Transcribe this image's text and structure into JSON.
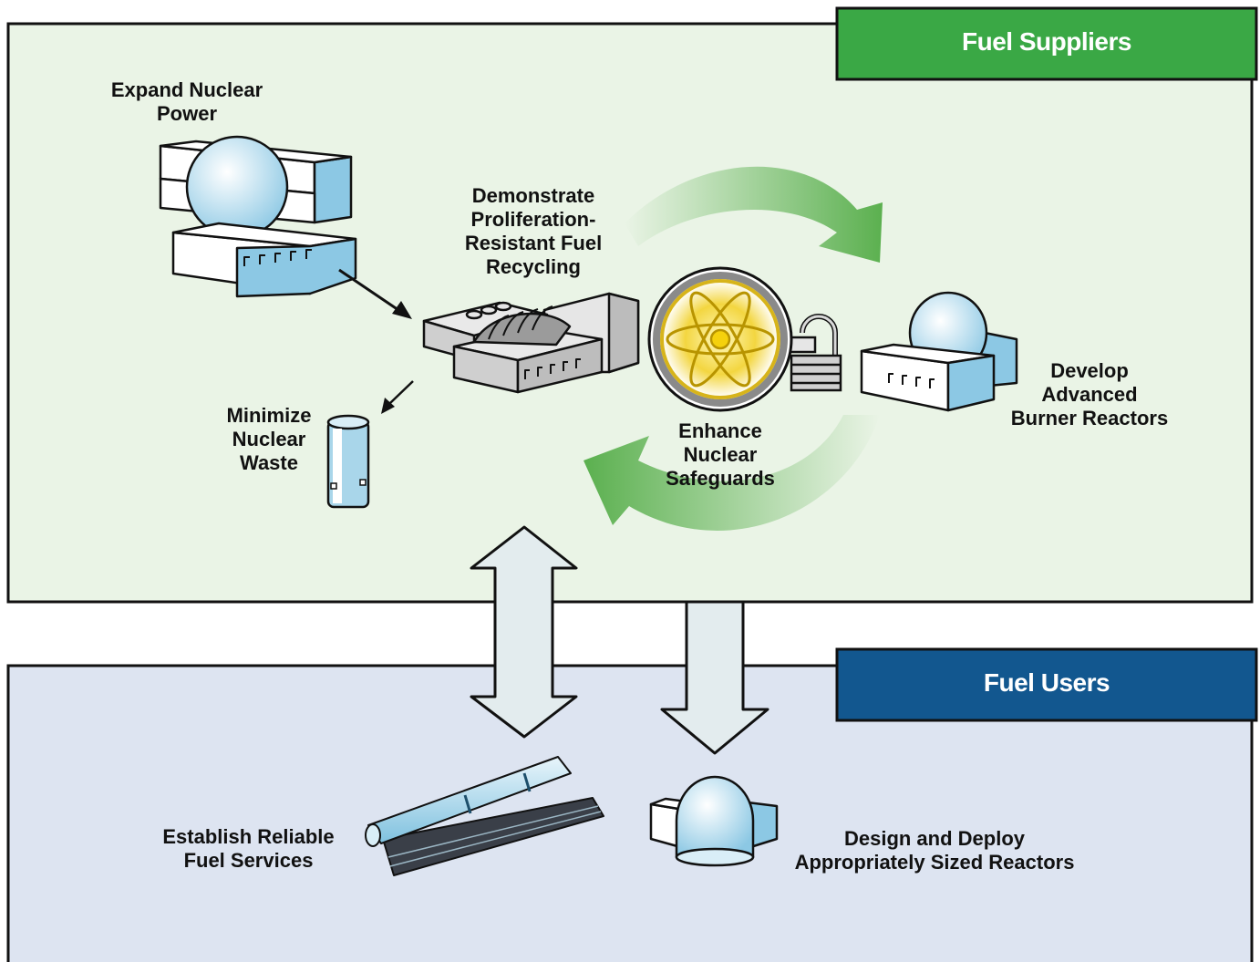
{
  "panels": {
    "suppliers": {
      "title": "Fuel Suppliers",
      "panel_color": "#eaf4e6",
      "tab_color": "#3aa845"
    },
    "users": {
      "title": "Fuel Users",
      "panel_color": "#dde4f1",
      "tab_color": "#12578f"
    }
  },
  "labels": {
    "expand": "Expand Nuclear\nPower",
    "recycling": "Demonstrate\nProliferation-\nResistant Fuel\nRecycling",
    "minimize": "Minimize\nNuclear\nWaste",
    "safeguards": "Enhance\nNuclear\nSafeguards",
    "burner": "Develop\nAdvanced\nBurner Reactors",
    "fuel_services": "Establish Reliable\nFuel Services",
    "reactors": "Design and Deploy\nAppropriately Sized Reactors"
  },
  "icons": [
    "nuclear-plant-icon",
    "recycling-facility-icon",
    "waste-canister-icon",
    "safeguard-atom-lock-icon",
    "burner-reactor-icon",
    "fuel-rods-icon",
    "small-reactor-icon",
    "cycle-arrow-icon",
    "double-arrow-icon",
    "down-arrow-icon"
  ]
}
